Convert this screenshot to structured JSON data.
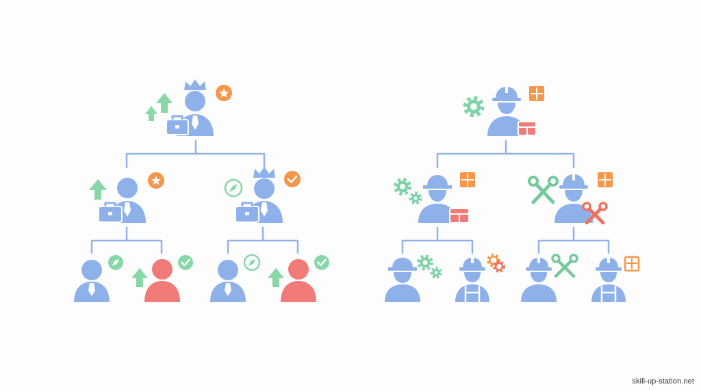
{
  "watermark": "skill-up-station.net",
  "colors": {
    "background": "#fdfdfd",
    "person": "#8fb1ea",
    "person_highlight": "#f07b78",
    "connector": "#92b3e8",
    "arrow": "#88d7a9",
    "badge_orange": "#f5964b",
    "gear": "#7fd3a8",
    "wrench": "#74c99c",
    "wrench_red": "#f0705f"
  },
  "diagrams": [
    {
      "name": "office-hierarchy",
      "root": {
        "role": "executive",
        "icons": [
          "crown-icon",
          "briefcase-icon",
          "up-arrows-icon",
          "star-badge-icon"
        ]
      },
      "managers": [
        {
          "role": "manager",
          "icons": [
            "briefcase-icon",
            "up-arrow-icon",
            "star-badge-icon"
          ]
        },
        {
          "role": "manager",
          "icons": [
            "crown-icon",
            "briefcase-icon",
            "compass-icon",
            "check-badge-icon"
          ]
        }
      ],
      "staff": [
        {
          "role": "staff",
          "icons": [
            "compass-icon"
          ]
        },
        {
          "role": "staff-highlight",
          "icons": [
            "up-arrow-icon",
            "check-badge-icon"
          ]
        },
        {
          "role": "staff",
          "icons": [
            "compass-icon"
          ]
        },
        {
          "role": "staff-highlight",
          "icons": [
            "up-arrow-icon",
            "check-badge-icon"
          ]
        }
      ]
    },
    {
      "name": "site-hierarchy",
      "root": {
        "role": "site-manager",
        "icons": [
          "hard-hat-icon",
          "gear-icon",
          "blueprint-icon",
          "toolbox-icon"
        ]
      },
      "managers": [
        {
          "role": "foreman",
          "icons": [
            "cap-icon",
            "gears-icon",
            "blueprint-icon",
            "toolbox-icon"
          ]
        },
        {
          "role": "foreman",
          "icons": [
            "hard-hat-icon",
            "tools-icon",
            "blueprint-icon",
            "red-tools-icon"
          ]
        }
      ],
      "staff": [
        {
          "role": "worker",
          "icons": [
            "cap-icon",
            "gears-icon"
          ]
        },
        {
          "role": "worker-overalls",
          "icons": [
            "hard-hat-icon",
            "orange-gears-icon"
          ]
        },
        {
          "role": "worker",
          "icons": [
            "hard-hat-icon",
            "tools-icon"
          ]
        },
        {
          "role": "worker-overalls",
          "icons": [
            "hard-hat-icon",
            "blueprint-icon"
          ]
        }
      ]
    }
  ]
}
